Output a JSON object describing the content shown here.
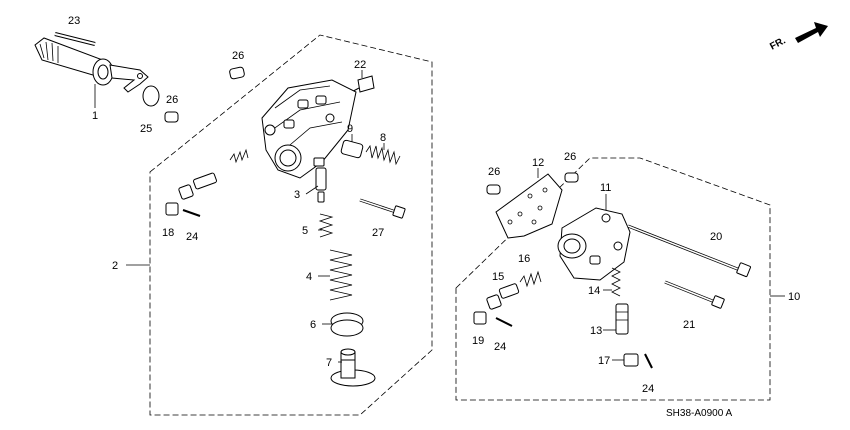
{
  "callouts": {
    "n1": "1",
    "n2": "2",
    "n3": "3",
    "n4": "4",
    "n5": "5",
    "n6": "6",
    "n7": "7",
    "n8": "8",
    "n9": "9",
    "n10": "10",
    "n11": "11",
    "n12": "12",
    "n13": "13",
    "n14": "14",
    "n15": "15",
    "n16": "16",
    "n17": "17",
    "n18": "18",
    "n19": "19",
    "n20": "20",
    "n21": "21",
    "n22": "22",
    "n23": "23",
    "n24a": "24",
    "n24b": "24",
    "n24c": "24",
    "n25": "25",
    "n26a": "26",
    "n26b": "26",
    "n26c": "26",
    "n26d": "26",
    "n27": "27"
  },
  "direction_label": "FR.",
  "diagram_code": "SH38-A0900 A",
  "colors": {
    "ink": "#000000",
    "paper": "#ffffff"
  }
}
